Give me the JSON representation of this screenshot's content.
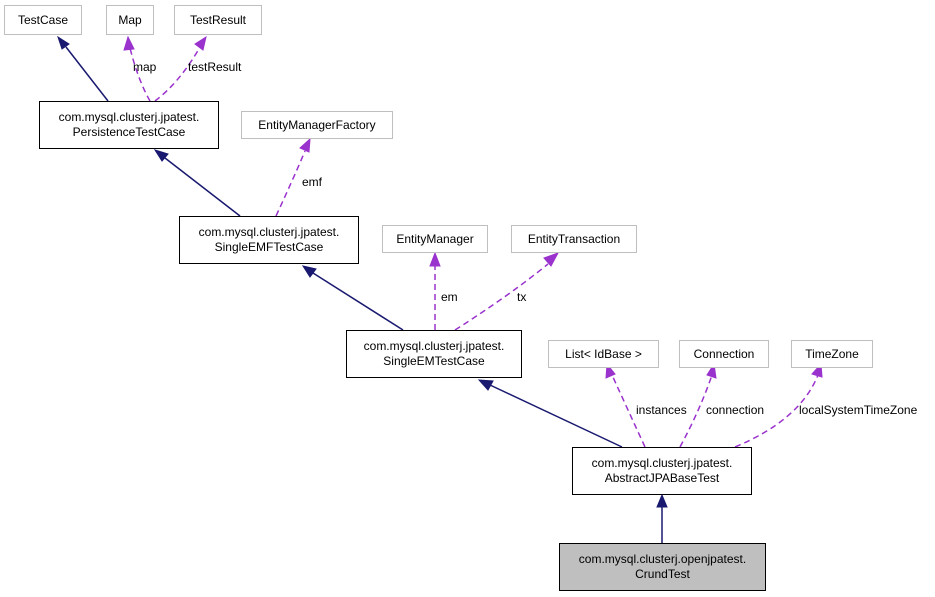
{
  "colors": {
    "inheritance": "#191970",
    "usage": "#9a32cd",
    "external_border": "#bfbfbf",
    "focus_fill": "#bfbfbf"
  },
  "nodes": {
    "testcase": "TestCase",
    "map": "Map",
    "testresult": "TestResult",
    "persistence_l1": "com.mysql.clusterj.jpatest.",
    "persistence_l2": "PersistenceTestCase",
    "emf_factory": "EntityManagerFactory",
    "singleemf_l1": "com.mysql.clusterj.jpatest.",
    "singleemf_l2": "SingleEMFTestCase",
    "entity_manager": "EntityManager",
    "entity_transaction": "EntityTransaction",
    "singleem_l1": "com.mysql.clusterj.jpatest.",
    "singleem_l2": "SingleEMTestCase",
    "list_idbase": "List< IdBase >",
    "connection": "Connection",
    "timezone": "TimeZone",
    "abstract_l1": "com.mysql.clusterj.jpatest.",
    "abstract_l2": "AbstractJPABaseTest",
    "crund_l1": "com.mysql.clusterj.openjpatest.",
    "crund_l2": "CrundTest"
  },
  "edge_labels": {
    "map": "map",
    "testResult": "testResult",
    "emf": "emf",
    "em": "em",
    "tx": "tx",
    "instances": "instances",
    "connection": "connection",
    "localSystemTimeZone": "localSystemTimeZone"
  }
}
